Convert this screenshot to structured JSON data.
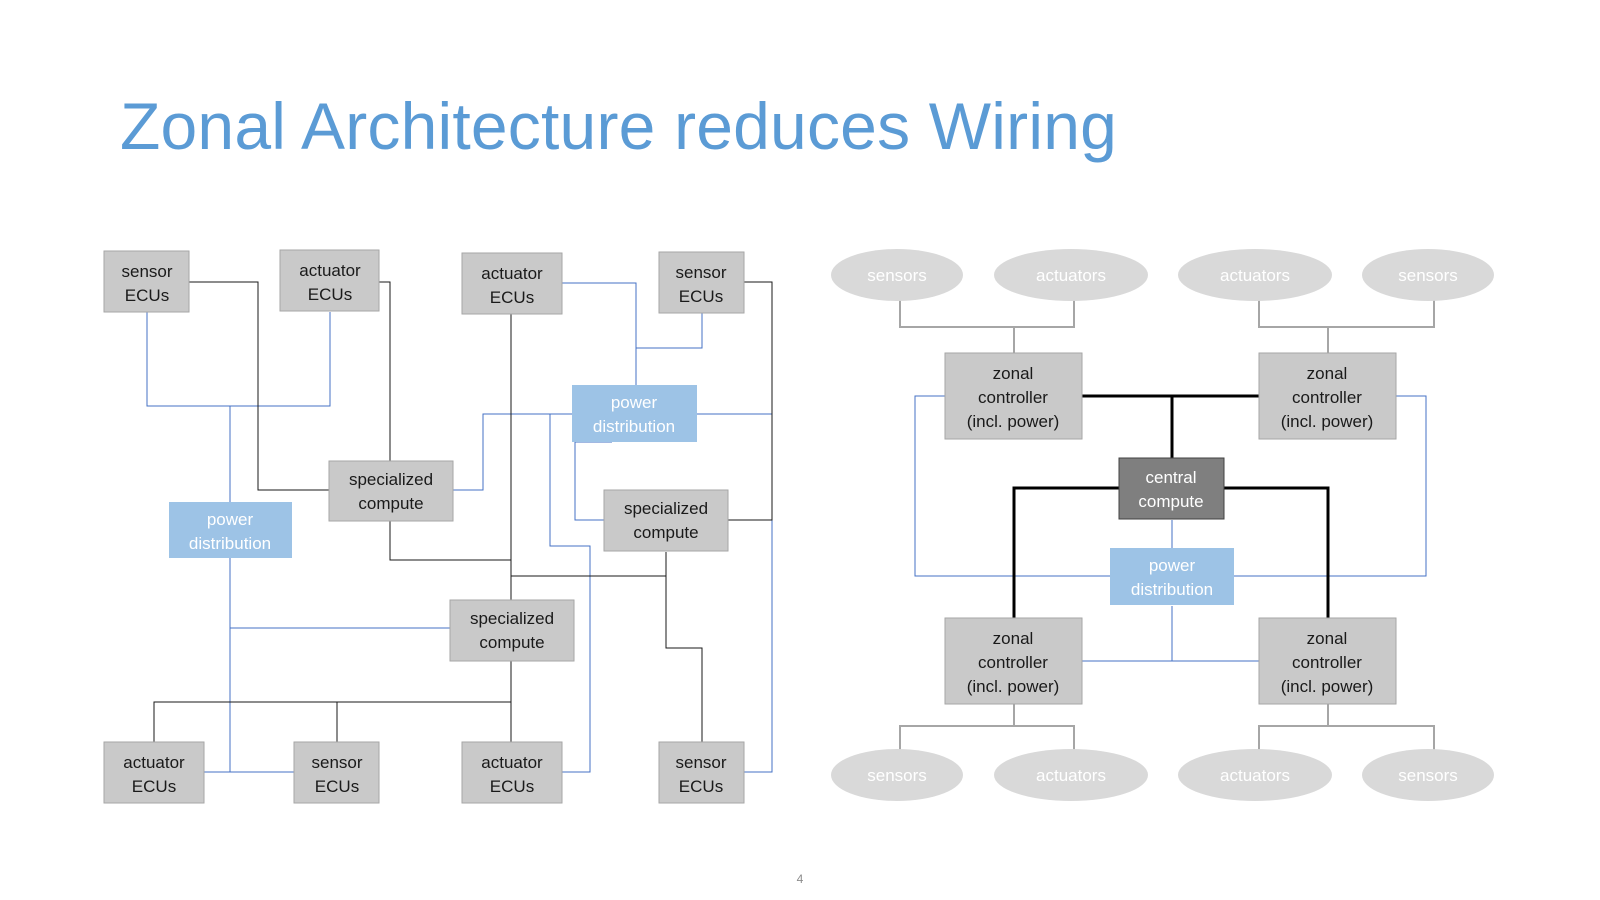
{
  "slide": {
    "title": "Zonal Architecture reduces Wiring",
    "page_number": "4"
  },
  "colors": {
    "title": "#5b9bd5",
    "ecu_box": "#c9c9c9",
    "power_distribution": "#9dc3e6",
    "central_compute": "#7f7f7f",
    "oval": "#d9d9d9",
    "black_wire": "#000000",
    "blue_wire": "#4472c4"
  },
  "left_diagram": {
    "top_row": [
      {
        "line1": "sensor",
        "line2": "ECUs"
      },
      {
        "line1": "actuator",
        "line2": "ECUs"
      },
      {
        "line1": "actuator",
        "line2": "ECUs"
      },
      {
        "line1": "sensor",
        "line2": "ECUs"
      }
    ],
    "bottom_row": [
      {
        "line1": "actuator",
        "line2": "ECUs"
      },
      {
        "line1": "sensor",
        "line2": "ECUs"
      },
      {
        "line1": "actuator",
        "line2": "ECUs"
      },
      {
        "line1": "sensor",
        "line2": "ECUs"
      }
    ],
    "power_distribution": [
      {
        "line1": "power",
        "line2": "distribution"
      },
      {
        "line1": "power",
        "line2": "distribution"
      }
    ],
    "specialized_compute": [
      {
        "line1": "specialized",
        "line2": "compute"
      },
      {
        "line1": "specialized",
        "line2": "compute"
      },
      {
        "line1": "specialized",
        "line2": "compute"
      }
    ]
  },
  "right_diagram": {
    "top_ovals": [
      "sensors",
      "actuators",
      "actuators",
      "sensors"
    ],
    "bottom_ovals": [
      "sensors",
      "actuators",
      "actuators",
      "sensors"
    ],
    "zonal_controllers": [
      {
        "line1": "zonal",
        "line2": "controller",
        "line3": "(incl. power)"
      },
      {
        "line1": "zonal",
        "line2": "controller",
        "line3": "(incl. power)"
      },
      {
        "line1": "zonal",
        "line2": "controller",
        "line3": "(incl. power)"
      },
      {
        "line1": "zonal",
        "line2": "controller",
        "line3": "(incl. power)"
      }
    ],
    "central_compute": {
      "line1": "central",
      "line2": "compute"
    },
    "power_distribution": {
      "line1": "power",
      "line2": "distribution"
    }
  }
}
